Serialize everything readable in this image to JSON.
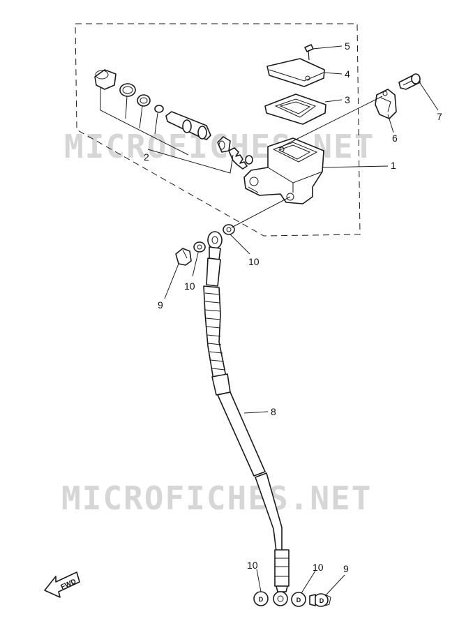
{
  "watermark": "MICROFICHES.NET",
  "fwd_label": "FWD",
  "washer_mark": "D",
  "callouts": {
    "c1": "1",
    "c2": "2",
    "c3": "3",
    "c4": "4",
    "c5": "5",
    "c6": "6",
    "c7": "7",
    "c8": "8",
    "c9a": "9",
    "c9b": "9",
    "c10a": "10",
    "c10b": "10",
    "c10c": "10",
    "c10d": "10"
  }
}
